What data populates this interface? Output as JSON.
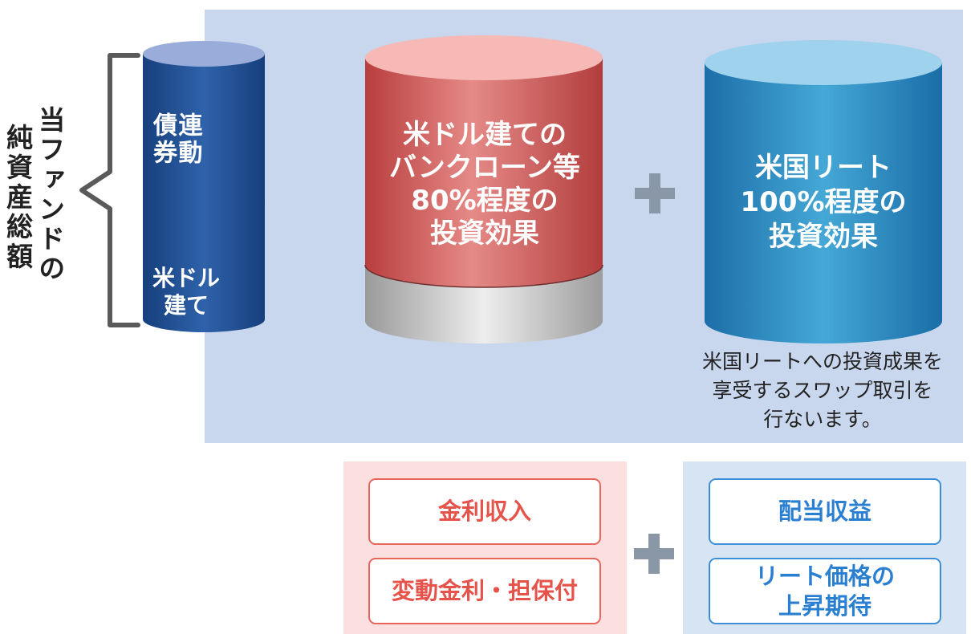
{
  "left_label": {
    "line1": "当ファンドの",
    "line2": "純資産総額"
  },
  "linked_bond": {
    "main": "連動\n債券",
    "sub": "米ドル\n建て"
  },
  "red_cylinder": {
    "text": "米ドル建ての\nバンクローン等\n80%程度の\n投資効果"
  },
  "blue_cylinder": {
    "text": "米国リート\n100%程度の\n投資効果"
  },
  "swap_note": "米国リートへの投資成果を\n享受するスワップ取引を\n行ないます。",
  "bottom_left": {
    "box1": "金利収入",
    "box2": "変動金利・担保付"
  },
  "bottom_right": {
    "box1": "配当収益",
    "box2": "リート価格の\n上昇期待"
  },
  "colors": {
    "panel": "#c8d7ee",
    "red_accent": "#e5534b",
    "blue_accent": "#2a7fd0",
    "plus": "#8a97a6"
  }
}
